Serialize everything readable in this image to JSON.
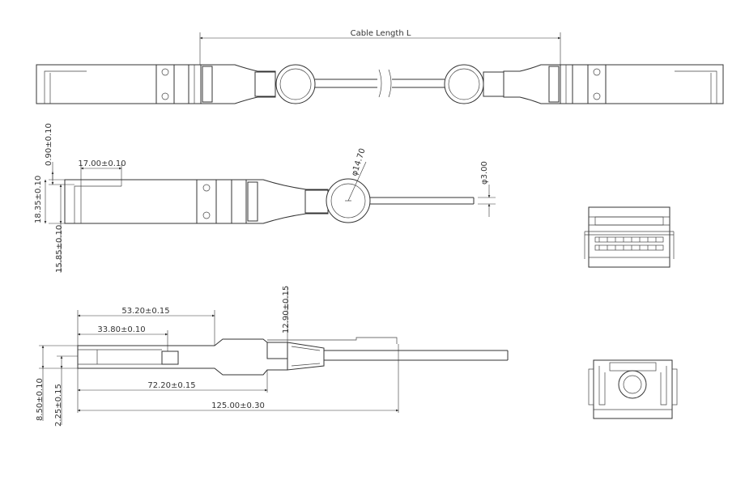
{
  "dimensions": {
    "cable_length": "Cable Length L",
    "d_0_90": "0.90±0.10",
    "d_17_00": "17.00±0.10",
    "d_18_35": "18.35±0.10",
    "d_15_85": "15.85±0.10",
    "d_phi_14_70": "φ14.70",
    "d_phi_3_00": "φ3.00",
    "d_53_20": "53.20±0.15",
    "d_33_80": "33.80±0.10",
    "d_12_90": "12.90±0.15",
    "d_72_20": "72.20±0.15",
    "d_125_00": "125.00±0.30",
    "d_8_50": "8.50±0.10",
    "d_2_25": "2.25±0.15"
  }
}
